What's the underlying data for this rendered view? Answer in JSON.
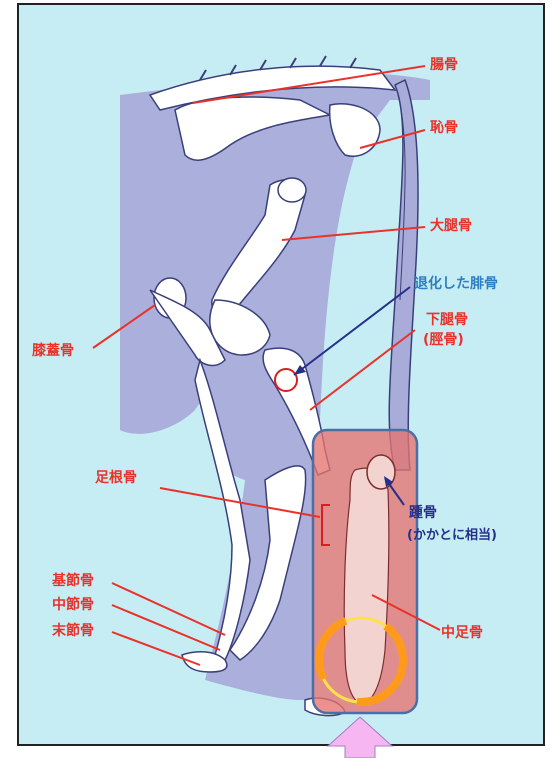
{
  "colors": {
    "background": "#c7edf4",
    "label_red": "#e8322a",
    "label_blue": "#2d7fc4",
    "label_navy": "#24308a",
    "highlight_fill": "#e5736f",
    "highlight_border": "#4a6fa5",
    "arrow": "#f6b6f2"
  },
  "labels": {
    "ilium": "腸骨",
    "pubis": "恥骨",
    "femur": "大腿骨",
    "vestigial_fibula": "退化した腓骨",
    "tibia": "下腿骨",
    "tibia_sub": "(脛骨)",
    "patella": "膝蓋骨",
    "tarsal": "足根骨",
    "calcaneus": "踵骨",
    "calcaneus_sub": "(かかとに相当)",
    "proximal_phalanx": "基節骨",
    "middle_phalanx": "中節骨",
    "distal_phalanx": "末節骨",
    "metatarsal": "中足骨"
  },
  "icons": [
    "upward-arrow-icon"
  ]
}
